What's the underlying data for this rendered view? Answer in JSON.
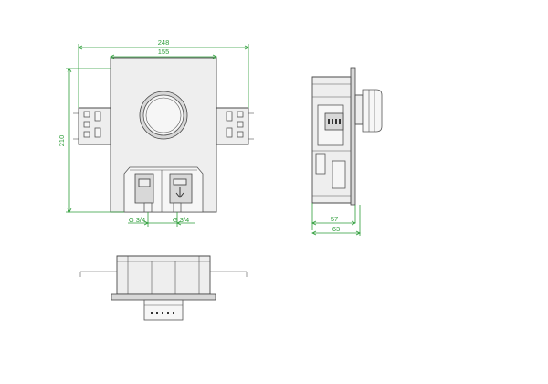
{
  "dimensions": {
    "overall_width": "248",
    "plate_width": "155",
    "height": "210",
    "connection_left": "G 3/4",
    "connection_right": "G 3/4",
    "depth_inner": "57",
    "depth_total": "63"
  },
  "colors": {
    "dimension": "#2e9e3a",
    "outline": "#4a4a4a",
    "fill": "#eeeeee"
  },
  "icons": {
    "flow_arrow": "down-arrow-icon"
  }
}
